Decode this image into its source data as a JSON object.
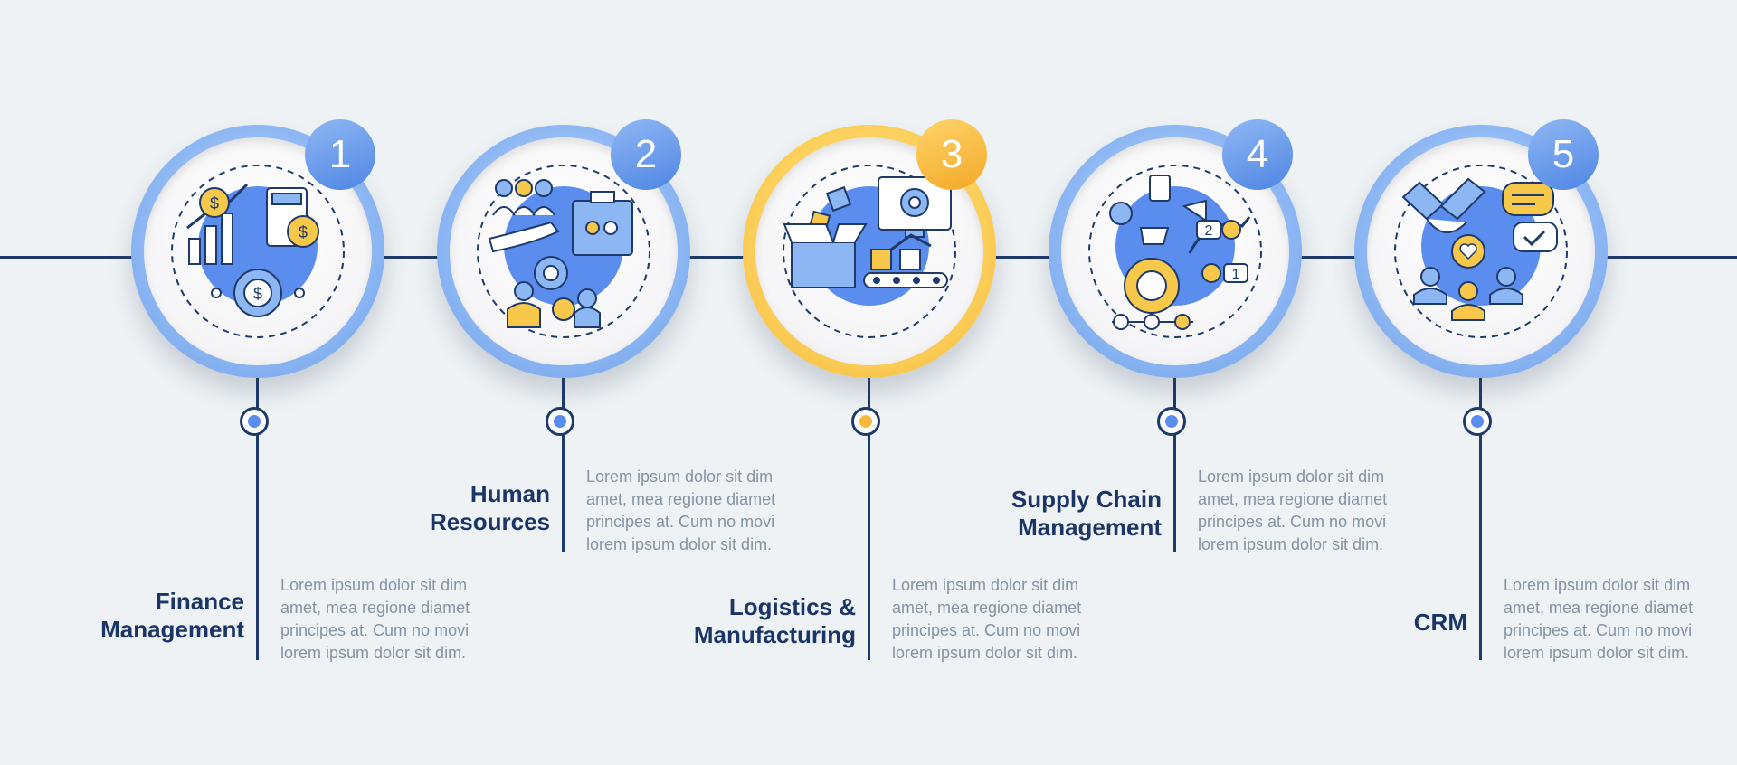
{
  "theme": {
    "background": "#eef2f4",
    "line": "#1e3a6a",
    "accent_blue": "#5b8def",
    "accent_yellow": "#f5b83a",
    "title_color": "#1a3566",
    "text_color": "#8593a3"
  },
  "steps": [
    {
      "number": "1",
      "title": "Finance Management",
      "description": "Lorem ipsum dolor sit dim amet, mea regione diamet principes at. Cum no movi lorem ipsum dolor sit dim.",
      "icon": "finance-icon",
      "accent": "blue"
    },
    {
      "number": "2",
      "title": "Human Resources",
      "description": "Lorem ipsum dolor sit dim amet, mea regione diamet principes at. Cum no movi lorem ipsum dolor sit dim.",
      "icon": "human-resources-icon",
      "accent": "blue"
    },
    {
      "number": "3",
      "title": "Logistics & Manufacturing",
      "description": "Lorem ipsum dolor sit dim amet, mea regione diamet principes at. Cum no movi lorem ipsum dolor sit dim.",
      "icon": "logistics-icon",
      "accent": "yellow"
    },
    {
      "number": "4",
      "title": "Supply Chain Management",
      "description": "Lorem ipsum dolor sit dim amet, mea regione diamet principes at. Cum no movi lorem ipsum dolor sit dim.",
      "icon": "supply-chain-icon",
      "accent": "blue"
    },
    {
      "number": "5",
      "title": "CRM",
      "description": "Lorem ipsum dolor sit dim amet, mea regione diamet principes at. Cum no movi lorem ipsum dolor sit dim.",
      "icon": "crm-icon",
      "accent": "blue"
    }
  ]
}
